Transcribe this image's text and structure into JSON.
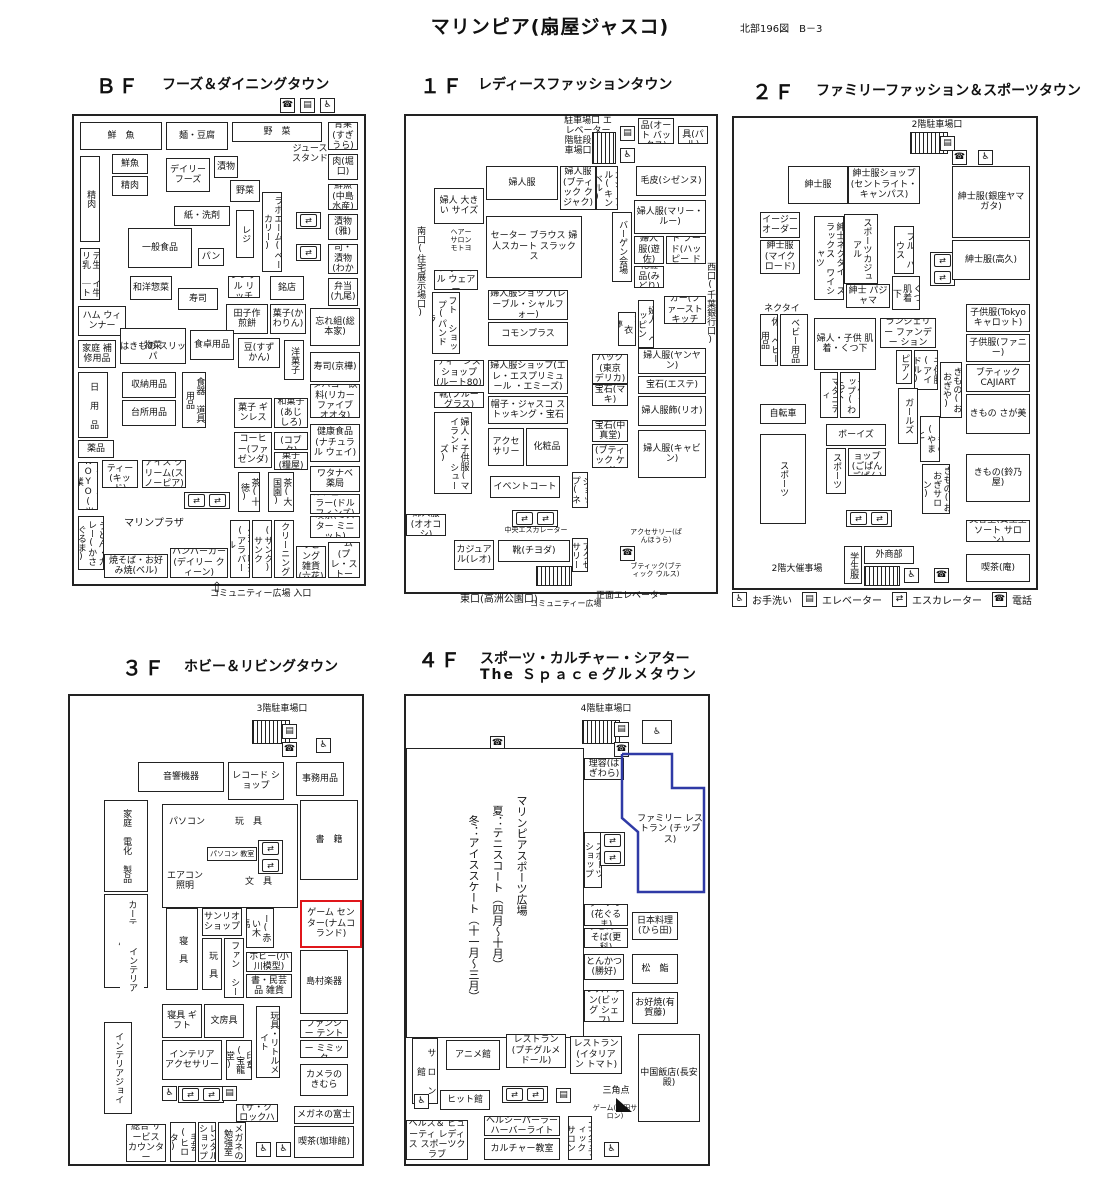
{
  "title": "マリンピア(扇屋ジャスコ)",
  "map_ref": "北部196図　B－3",
  "legend": {
    "toilet": "お手洗い",
    "elevator": "エレベーター",
    "escalator": "エスカレーター",
    "phone": "電話"
  },
  "bf": {
    "floor": "ＢＦ",
    "name": "フーズ＆ダイニングタウン",
    "rooms": {
      "sengyo": "鮮　魚",
      "men_toufu": "麺・豆腐",
      "yasai": "野　菜",
      "aomono": "青果(すぎうら)",
      "juice": "ジュース スタンド",
      "niku_horiguchi": "肉(堀口)",
      "sengyo_nakajima": "鮮魚(中島水産)",
      "tsukemono": "漬物(雅)",
      "sushi_wakayagi": "寿司・漬物(わかやぎ)",
      "bento": "弁当(九尾)",
      "seiniku": "精肉",
      "sengyo2": "鮮魚",
      "seiniku2": "精肉",
      "deily": "デイリー フーズ",
      "tsukebutsu": "漬物",
      "yasai2": "野菜",
      "kami": "紙・洗剤",
      "ippan": "一般食品",
      "pan": "パン",
      "reji": "レジ",
      "bakery": "ラポエーム(ベーカリー)",
      "deli": "デ生 イ牛 リ乳 ｜ト",
      "ham": "ハム ウィンナー",
      "wafu": "和洋惣菜",
      "sushi": "寿司",
      "simple": "シンプル リッチ",
      "meiten": "銘店",
      "tanaka": "田子作 煎餅",
      "kashi_kawarin": "菓子(かわりん)",
      "shokutaku": "食卓用品",
      "sozai": "物菜",
      "hakimono": "はきもの スリッパ",
      "katei": "家庭 補修用品",
      "mame": "豆(すずかん)",
      "yogashi": "洋菓子",
      "wasure": "忘れ組(総本家)",
      "sushi_kyoka": "寿司(京樺)",
      "tabako": "タバコ・飲料(リカー ファイブ オオタ)",
      "nichiyo": "日 用 品",
      "shunou": "収納用品",
      "shokki": "食器 道具用品",
      "daidokoro": "台所用品",
      "kashi_gin": "菓子 ギンレス",
      "wagashi": "和菓子(あじしろ)",
      "yakuhin": "薬品",
      "coffee": "コーヒー(ファ ゼンダ)",
      "kashi_kobuta": "菓子(コブタ)",
      "kashi_ryoumi": "菓子(糧屋)",
      "kenkou": "健康食品(ナチュラル ウェイ)",
      "ramen": "ラーメン KOYO(光業)",
      "spaghetti": "スパゲ ティー(キッド)",
      "icecream": "アイス クリーム(スノーピア)",
      "cha": "茶(十徳)",
      "daikokuen": "茶(大国園)",
      "watanabe": "ワタナベ 薬局",
      "cafe": "カフェパーラー(ドルフィンズ)",
      "marinplaza": "マリンプラザ",
      "mister": "喫茶(ミスター ミニット)",
      "udon": "うどん・カレー(かさぐるま)",
      "yakisoba": "焼そば・お好み焼(ベル)",
      "hamburger": "ハンバーガー(デイリー クィーン)",
      "seika": "生花・喫茶(アラバール)",
      "sanpo": "(サンク) サンク",
      "cleaning": "クリーニング",
      "living": "リビング雑貨(六花)",
      "reform": "リフォーム(プレ・ストーン)"
    },
    "entrance": "コミュニティー広場 入口"
  },
  "f1": {
    "floor": "１Ｆ",
    "name": "レディースファッションタウン",
    "rooms": {
      "parking": "駐車場口 エレベーター",
      "parking2": "階駐段車場口",
      "car": "カー用品(オート バックス)",
      "smoking": "喫煙具(パル)",
      "fujin": "婦人服",
      "fujin_clo": "婦人服(ブティック クジャク)",
      "casual": "カジュアル(キンベル)",
      "keshiki": "毛皮(シゼンヌ)",
      "ookii": "婦人 大きい サイズ",
      "salon": "ヘアー サロン モトヨ",
      "sweater": "セーター ブラウス 婦人スカート スラックス",
      "bargain": "バーゲン会場",
      "fujin_mari": "婦人服(マリー・ルー)",
      "fujin_kobo": "婦人服(遊佐)",
      "fastfood": "ファースト フード(ハッピー ドーナツ)",
      "kesho": "化粧品(みどり)",
      "minami": "南口(住宅展示場口)",
      "formal": "フォーマル ウェアー",
      "hobby": "ホビー クラフト ショップ(パンドラ)",
      "shop_reb": "婦人服ショップ(レーブル・シャルフォー)",
      "nishi": "西口(千葉銀行口)",
      "kutsu": "靴(舞 衣 夢)",
      "hanbaga": "ハンバーガー(ファースト キッチン)",
      "fujinbeppin": "婦人 ベッピン",
      "komon": "コモンプラス",
      "fujin_yan": "婦人服(ヤンヤン)",
      "teens": "ティーンズ ショップ(ルート80)",
      "bag": "バック(東京 デリカ)",
      "houseki": "宝石(マキ)",
      "houseki_este": "宝石(エステ)",
      "shoushoku": "婦人服飾(リオ)",
      "shop_ele": "婦人服ショップ(エレ・エスプリミュール ・エミーズ)",
      "shoes_nishi": "靴(ブルーグラス)",
      "boushi": "帽子・ジャスコ ストッキング・宝石",
      "kodomo": "婦人・子供服(マイランド シューズ)",
      "houseki_chu": "宝石(中真堂)",
      "fujin_boutique": "婦人服(ブティック ケイ)",
      "fujin_kyabin": "婦人服(キャビン)",
      "accessory": "アクセ サリー",
      "kesho2": "化粧品",
      "event": "イベントコート",
      "menzu": "メンズショップ(ネイ)",
      "fujin_ooko": "婦人服(オオコシ)",
      "chuo_esc": "中央エスカレーター",
      "casual_rio": "カジュアル(レオ)",
      "kutsu_chiyoda": "靴(チヨダ)",
      "accessory2": "アクセ サリー",
      "accessory_right": "アクセサリー(ぱんほうら)",
      "boutique_right": "ブティック(ブティック ウルス)",
      "higashi": "東口(高洲公園口)",
      "community": "コミュニティー広場",
      "shoumen": "正面エレベーター"
    }
  },
  "f2": {
    "floor": "２Ｆ",
    "name": "ファミリーファッション＆スポーツタウン",
    "rooms": {
      "parking": "2階駐車場口",
      "shinshi": "紳士服",
      "shinshi_shop": "紳士服ショップ(セントライト・キャンパス)",
      "shinshi_yamagata": "紳士服(銀座ヤマガタ)",
      "easy": "イージー オーダー",
      "shinshi_mike": "紳士服(マイク ロード)",
      "shinshi_tie": "紳士ネクタイ スラックス ワイシャツ",
      "sports_casual": "スポーツカジュアル",
      "full": "フル ハウス",
      "kutsushita": "くつ 肌着 下",
      "pajama": "紳士 パジャマ",
      "shinshi_ken": "紳士服(高久)",
      "necktie": "ネクタイ",
      "kyusho": "休 ベビー用品",
      "baby": "ベビー用品",
      "fujin_kodomo": "婦人・子供 肌着・くつ下",
      "lingerie": "ランジェリー ファンデー ション",
      "piano": "ピアノ",
      "kodomo_tokyo": "子供服(Tokyo キャロット)",
      "kodomo_fanny": "子供服(ファニー)",
      "boutique_cajiart": "ブティック CAJIART",
      "maternity": "マタニティ",
      "kodomo_shop": "子供ショップ(わらく)",
      "kimono_oogiya": "きもの(おおぎや)",
      "kimono_sagaya": "きもの さが美",
      "jitensha": "自転車",
      "girls": "ガールズ",
      "kodomo_idol": "子供服(アイドル)",
      "kimono_yamato": "きもの(やまと)",
      "boys": "ボーイズ",
      "sports": "スポーツ",
      "sports2": "スポーツ",
      "kodomo_shop2": "子供ショップ(ごぱんごぱん)",
      "kimono_suzuno": "きもの(鈴乃屋)",
      "kimono_oogisaron": "きもの(おおぎサロン)",
      "biyoushitsu": "美容室(資生堂ソート サロン)",
      "gakusei": "学生服",
      "gaishoubu": "外商部",
      "kissa": "喫茶(庵)",
      "daisaiji": "2階大催事場"
    }
  },
  "f3": {
    "floor": "３Ｆ",
    "name": "ホビー＆リビングタウン",
    "rooms": {
      "parking": "3階駐車場口",
      "onkyo": "音響機器",
      "record": "レコード ショップ",
      "jimu": "事務用品",
      "kaden": "家庭 電化 製品",
      "pasokon": "パソコン",
      "gangu": "玩　具",
      "pasokon_kyoshitsu": "パソコン 教室",
      "shoseki": "書　籍",
      "aircon": "エアコン 照明",
      "bungu": "文　具",
      "curtain": "カーテン じゅうたん",
      "sanrio": "サンリオ ショップ",
      "fancy_akai": "ファンシー(赤い木馬)",
      "game": "ゲーム センター(ナムコ ランド)",
      "shingu": "寝　具",
      "fancy": "ファン シー",
      "gangu2": "玩　具",
      "hobby_model": "ホビー(小川模型)",
      "shoseki_kan": "書・民芸品 雑貨",
      "interia": "インテリア",
      "shimamura": "島村楽器",
      "shingu_gift": "寝具 ギフト",
      "bunbougu": "文房具",
      "gangu_little": "玩具・リトルメイト",
      "interia_acc": "インテリア アクセサリー",
      "inkan": "印章(宝龍堂)",
      "fancy_tent": "ファンシー テント",
      "fancy_mimic": "ファンシー ミミック",
      "camera": "カメラの きむら",
      "interia_joi": "インテリアジョイ",
      "tokei": "時計(ザ・クロックハウス)",
      "megane_fuji": "メガネの富士",
      "sougou": "総合 サービス カウンター",
      "shugei": "手芸(ヒロタ)",
      "rental": "レンタルショップ",
      "megane_benkyo": "メガネの 勉強室",
      "kissa": "喫茶(珈琲館)"
    }
  },
  "f4": {
    "floor": "４Ｆ",
    "name": "スポーツ・カルチャー・シアター",
    "name2": "The Ｓｐａｃｅグルメタウン",
    "rooms": {
      "parking": "4階駐車場口",
      "rihatsu": "理容(はぎわら)",
      "sports_hiroba": "マリンピアスポーツ広場",
      "summer": "夏：テニスコート（四月～十月）",
      "winter": "冬：アイススケート（十一月～三月）",
      "sports_shop": "スポーツ ショップ",
      "family": "ファミリー レストラン (チップス)",
      "ramen": "ラーメン(花ぐるま)",
      "udon": "うどん・そば(更科)",
      "nihon": "日本料理(ひら田)",
      "tonkatsu": "とんかつ(勝好)",
      "sushi": "松　鮨",
      "restaurant_big": "レストラン(ビッグ シェフ)",
      "okonomi": "お好焼(有賀藤)",
      "salon": "サ ロ ン 館",
      "anime": "アニメ館",
      "restaurant_pachi": "レストラン(プチグルメドール)",
      "restaurant_itarian": "レストラン(イタリアン トマト)",
      "chugoku": "中国飯店(長安殿)",
      "sankaku": "三角点",
      "hit": "ヒット館",
      "helthy": "ヘルシーパーラー ハーバーライト",
      "health": "ヘルス＆ ビューティ レディス スポーツクラブ",
      "culture": "カルチャー教室",
      "esthetic": "エステティック サロン",
      "yasuda": "ゲーム(安田サロン)"
    }
  },
  "icons": {
    "toilet": "toilet-icon",
    "elevator": "elevator-icon",
    "escalator": "escalator-icon",
    "phone": "phone-icon"
  },
  "colors": {
    "highlight_red": "#e0161b",
    "highlight_blue": "#2f3aa6"
  }
}
